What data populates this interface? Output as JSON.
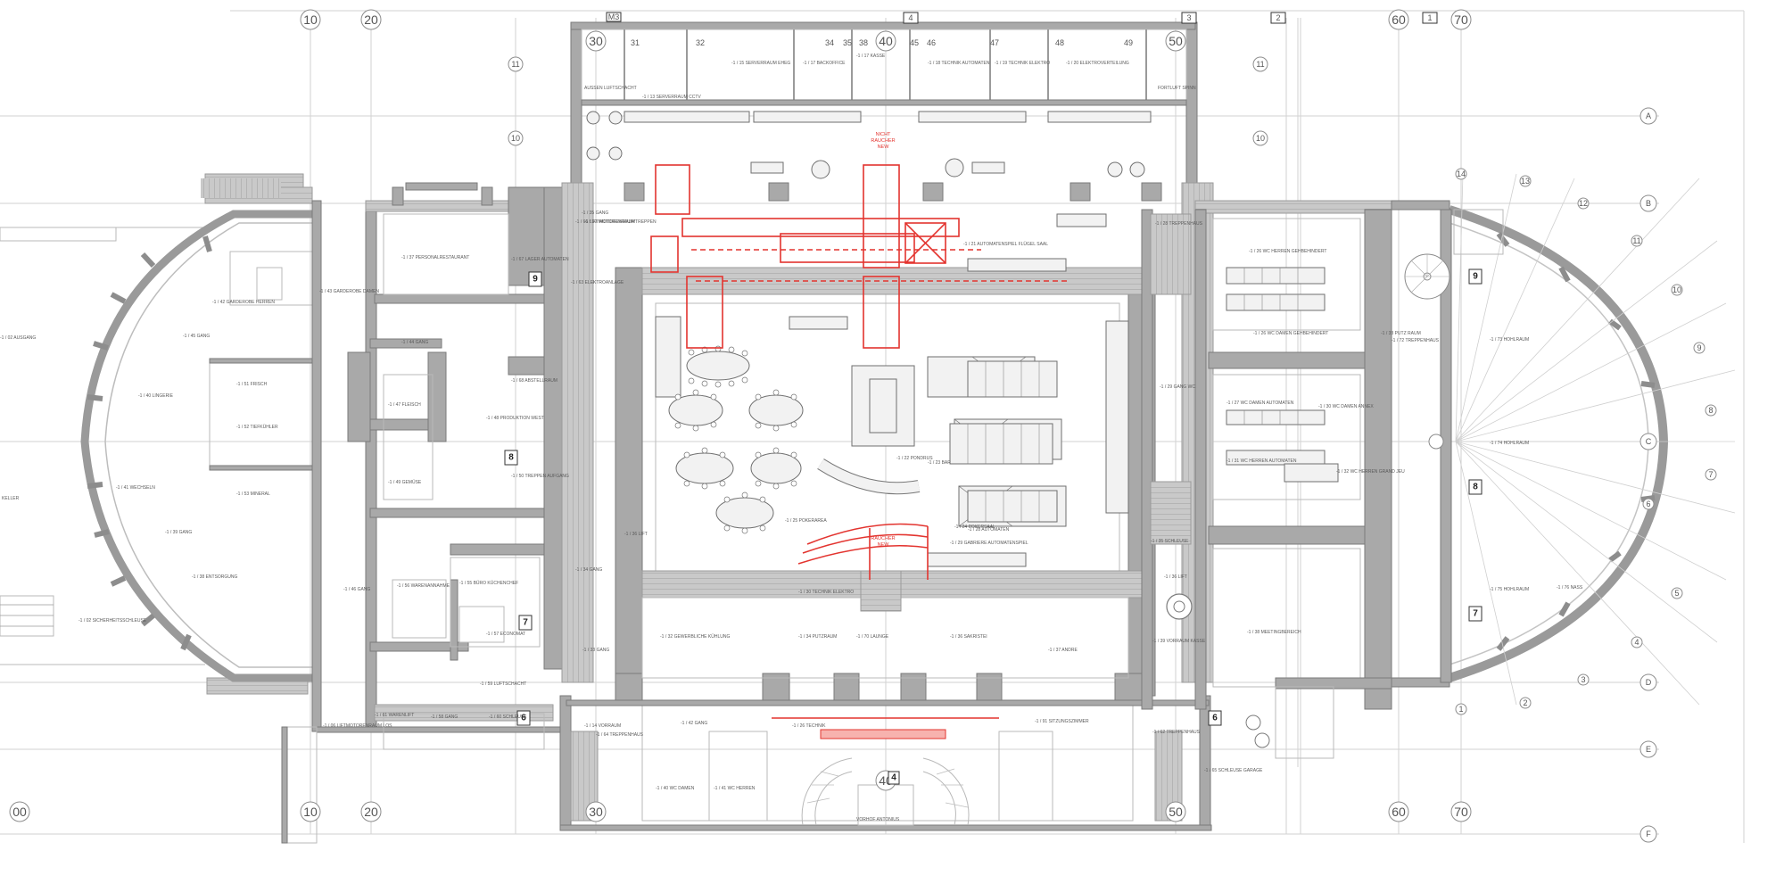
{
  "grid": {
    "top_numbers": [
      "10",
      "20",
      "30",
      "40",
      "50",
      "60",
      "70"
    ],
    "bottom_numbers": [
      "00",
      "10",
      "20",
      "30",
      "40",
      "50",
      "60",
      "70"
    ],
    "side_small_top": [
      "11",
      "10"
    ],
    "side_small_right": [
      "11",
      "10"
    ],
    "axis_letters": [
      "A",
      "B",
      "C",
      "D",
      "E",
      "F"
    ],
    "top_boxes": [
      "M3",
      "4",
      "3",
      "2",
      "1"
    ],
    "top_small": [
      "31",
      "32",
      "34",
      "35",
      "38",
      "40",
      "45",
      "46",
      "47",
      "48",
      "49"
    ],
    "radial_numbers": [
      "14",
      "13",
      "12",
      "11",
      "10",
      "9",
      "8",
      "7",
      "6",
      "5",
      "4",
      "3",
      "2",
      "1"
    ],
    "level_tags": [
      "9",
      "8",
      "7",
      "6",
      "6",
      "4",
      "9",
      "8",
      "7"
    ]
  },
  "rooms": {
    "top_row": [
      "-1 / 13 SERVERRAUM CCTV",
      "-1 / 15 SERVERRAUM EHEG",
      "-1 / 17 BACKOFFICE",
      "-1 / 17 KASSE",
      "-1 / 18 TECHNIK AUTOMATEN",
      "-1 / 19 TECHNIK ELEKTRO",
      "-1 / 20 ELEKTROVERTEILUNG",
      "AUSSEN LUFTSCHACHT",
      "FORTLUFT SPINN"
    ],
    "west": [
      "-1 / 37 PERSONALRESTAURANT",
      "-1 / 67 LAGER AUTOMATEN",
      "-1 / 44 GANG",
      "-1 / 68 ABSTELLRAUM",
      "-1 / 47 FLEISCH",
      "-1 / 48 PRODUKTION WEST",
      "-1 / 49 GEMÜSE",
      "-1 / 50 TREPPEN AUFGANG",
      "-1 / 42 GARDEROBE HERREN",
      "-1 / 43 GARDEROBE DAMEN",
      "-1 / 45 GANG",
      "-1 / 40 LINGERIE",
      "-1 / 51 FRISCH",
      "-1 / 52 TIEFKÜHLER",
      "-1 / 41 WECHSELN",
      "-1 / 53 MINERAL",
      "-1 / 39 GANG",
      "-1 / 38 ENTSORGUNG",
      "-1 / 46 GANG",
      "-1 / 56 WARENANNAHME",
      "-1 / 55 BÜRO KÜCHENCHEF",
      "-1 / 57 ECONOMAT",
      "-1 / 02 SICHERHEITSSCHLEUSE",
      "-1 / 58 GANG",
      "-1 / 59 LUFTSCHACHT",
      "-1 / 60 SCHLEUSE",
      "-1 / 61 WARENLIFT",
      "-1 / 06 LIFTMOTORENRAUM LOS",
      "KELLER",
      "-1 / 34 GANG",
      "-1 / 35 GANG",
      "-1 / 36 LIFT",
      "-1 / 66 LIFT MOTORENRAUM",
      "-1 / 63 ELEKTROANLAGE",
      "-1 / 33 GANG",
      "-1 / 14 VORRAUM",
      "-1 / 64 TREPPENHAUS"
    ],
    "center": [
      "-1 / 21 AUTOMATENSPIEL FLÜGEL SAAL",
      "-1 / 22 PONDRUS",
      "-1 / 23 BAR",
      "-1 / 24 POKERSAAL",
      "-1 / 25 POKERAREA",
      "-1 / 28 AUTOMATEN",
      "-1 / 29 GABRIERE AUTOMATENSPIEL",
      "-1 / 30 TECHNIK ELEKTRO",
      "-1 / 32 GEWERBLICHE KÜHLUNG",
      "-1 / 34 PUTZRAUM",
      "-1 / 70 LAUNGE",
      "-1 / 36 SAKRISTEI",
      "-1 / 37 ANDRE",
      "-1 / 26 TECHNIK",
      "-1 / 91 SITZUNGSZIMMER",
      "-1 / 40 WC DAMEN",
      "-1 / 41 WC HERREN",
      "-1 / 42 GANG",
      "VORHOF ANTONIUS",
      "-1 / 10 MOTORENRAUM TREPPEN"
    ],
    "east": [
      "-1 / 28 TREPPENHAUS",
      "-1 / 26 WC HERREN GEHBEHINDERT",
      "-1 / 26 WC DAMEN GEHBEHINDERT",
      "-1 / 29 GANG WC",
      "-1 / 27 WC DAMEN AUTOMATEN",
      "-1 / 30 WC DAMEN ANNEX",
      "-1 / 31 WC HERREN AUTOMATEN",
      "-1 / 32 WC HERREN GRAND JEU",
      "-1 / 33 PUTZ RAUM",
      "-1 / 72 TREPPENHAUS",
      "-1 / 73 HOHLRAUM",
      "-1 / 74 HOHLRAUM",
      "-1 / 75 HOHLRAUM",
      "-1 / 76 NASS",
      "-1 / 35 SCHLEUSE",
      "-1 / 36 LIFT",
      "-1 / 39 VORRAUM KASSE",
      "-1 / 38 MEETINGBEREICH",
      "-1 / 62 TREPPENHAUS",
      "-1 / 65 SCHLEUSE GARAGE",
      "-1 / 02 AUSGANG"
    ]
  },
  "red_annotations": {
    "nonsmoking": "NICHT RAUCHER NEW",
    "smoking": "RAUCHER NEW"
  }
}
